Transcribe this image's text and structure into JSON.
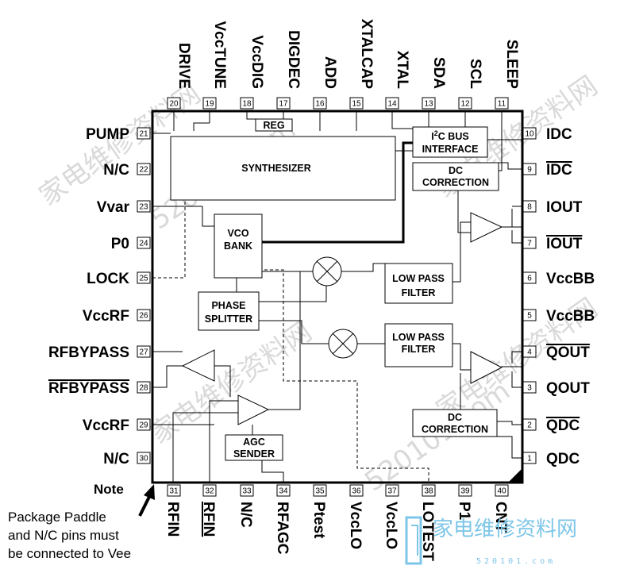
{
  "title": "",
  "pins": {
    "left": [
      {
        "num": "21",
        "name": "PUMP",
        "bar": false
      },
      {
        "num": "22",
        "name": "N/C",
        "bar": false
      },
      {
        "num": "23",
        "name": "Vvar",
        "bar": false
      },
      {
        "num": "24",
        "name": "P0",
        "bar": false
      },
      {
        "num": "25",
        "name": "LOCK",
        "bar": false
      },
      {
        "num": "26",
        "name": "VccRF",
        "bar": false
      },
      {
        "num": "27",
        "name": "RFBYPASS",
        "bar": false
      },
      {
        "num": "28",
        "name": "RFBYPASS",
        "bar": true
      },
      {
        "num": "29",
        "name": "VccRF",
        "bar": false
      },
      {
        "num": "30",
        "name": "N/C",
        "bar": false
      }
    ],
    "right": [
      {
        "num": "10",
        "name": "IDC",
        "bar": false
      },
      {
        "num": "9",
        "name": "IDC",
        "bar": true
      },
      {
        "num": "8",
        "name": "IOUT",
        "bar": false
      },
      {
        "num": "7",
        "name": "IOUT",
        "bar": true
      },
      {
        "num": "6",
        "name": "VccBB",
        "bar": false
      },
      {
        "num": "5",
        "name": "VccBB",
        "bar": false
      },
      {
        "num": "4",
        "name": "QOUT",
        "bar": true
      },
      {
        "num": "3",
        "name": "QOUT",
        "bar": false
      },
      {
        "num": "2",
        "name": "QDC",
        "bar": true
      },
      {
        "num": "1",
        "name": "QDC",
        "bar": false
      }
    ],
    "top": [
      {
        "num": "20",
        "name": "DRIVE",
        "bar": false
      },
      {
        "num": "19",
        "name": "VccTUNE",
        "bar": false
      },
      {
        "num": "18",
        "name": "VccDIG",
        "bar": false
      },
      {
        "num": "17",
        "name": "DIGDEC",
        "bar": false
      },
      {
        "num": "16",
        "name": "ADD",
        "bar": false
      },
      {
        "num": "15",
        "name": "XTALCAP",
        "bar": false
      },
      {
        "num": "14",
        "name": "XTAL",
        "bar": false
      },
      {
        "num": "13",
        "name": "SDA",
        "bar": false
      },
      {
        "num": "12",
        "name": "SCL",
        "bar": false
      },
      {
        "num": "11",
        "name": "SLEEP",
        "bar": false
      }
    ],
    "bottom": [
      {
        "num": "31",
        "name": "RFIN",
        "bar": false
      },
      {
        "num": "32",
        "name": "RFIN",
        "bar": true
      },
      {
        "num": "33",
        "name": "N/C",
        "bar": false
      },
      {
        "num": "34",
        "name": "RFAGC",
        "bar": false
      },
      {
        "num": "35",
        "name": "Ptest",
        "bar": false
      },
      {
        "num": "36",
        "name": "VccLO",
        "bar": false
      },
      {
        "num": "37",
        "name": "VccLO",
        "bar": false
      },
      {
        "num": "38",
        "name": "LOTEST",
        "bar": false
      },
      {
        "num": "39",
        "name": "P1",
        "bar": false
      },
      {
        "num": "40",
        "name": "CNT",
        "bar": false
      }
    ]
  },
  "blocks": {
    "synthesizer": "SYNTHESIZER",
    "reg": "REG",
    "i2c_sup": "2",
    "i2c_line1_pre": "I",
    "i2c_line1_post": "C BUS",
    "i2c_line2": "INTERFACE",
    "dc_correction_top": [
      "DC",
      "CORRECTION"
    ],
    "vco_bank": [
      "VCO",
      "BANK"
    ],
    "low_pass_filter_i": [
      "LOW PASS",
      "FILTER"
    ],
    "phase_splitter": [
      "PHASE",
      "SPLITTER"
    ],
    "low_pass_filter_q": [
      "LOW PASS",
      "FILTER"
    ],
    "dc_correction_bottom": [
      "DC",
      "CORRECTION"
    ],
    "agc_sender": [
      "AGC",
      "SENDER"
    ]
  },
  "note": {
    "label": "Note",
    "lines": [
      "Package Paddle",
      "and N/C pins must",
      "be connected to Vee"
    ]
  },
  "watermark": {
    "text1": "家电维修资料网",
    "text2": "520101.com",
    "corner_cn": "家电维修资料网",
    "corner_url": "520101.com"
  }
}
